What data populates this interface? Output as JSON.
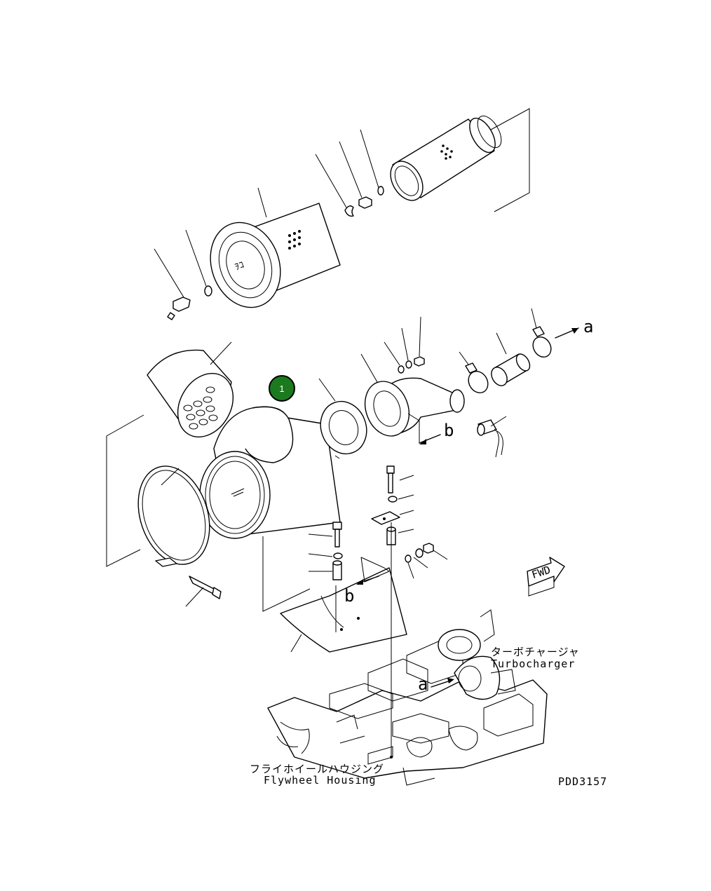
{
  "callout": {
    "number": "1"
  },
  "reference_labels": {
    "a": "a",
    "b": "b"
  },
  "turbocharger": {
    "japanese": "ターボチャージャ",
    "english": "Turbocharger"
  },
  "flywheel_housing": {
    "japanese": "フライホイールハウジング",
    "english": "Flywheel Housing"
  },
  "fwd_sign": "FWD",
  "drawing_code": "PDD3157",
  "icons": [
    "fwd-arrow-icon",
    "callout-marker"
  ]
}
